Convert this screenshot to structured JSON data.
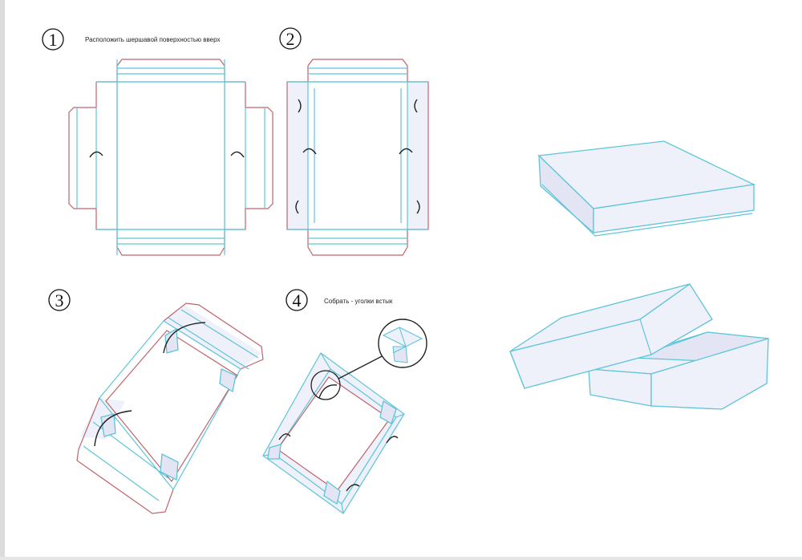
{
  "steps": [
    {
      "number": "1",
      "caption": "Расположить шершавой поверхностью вверх"
    },
    {
      "number": "2",
      "caption": ""
    },
    {
      "number": "3",
      "caption": ""
    },
    {
      "number": "4",
      "caption": "Собрать - уголки встык"
    }
  ],
  "colors": {
    "cut_line": "#c0646c",
    "fold_line": "#5ec5d8",
    "board_fill": "#eef0fa"
  },
  "icons": [
    "circled-number",
    "curved-fold-arrow",
    "magnifier-callout"
  ]
}
